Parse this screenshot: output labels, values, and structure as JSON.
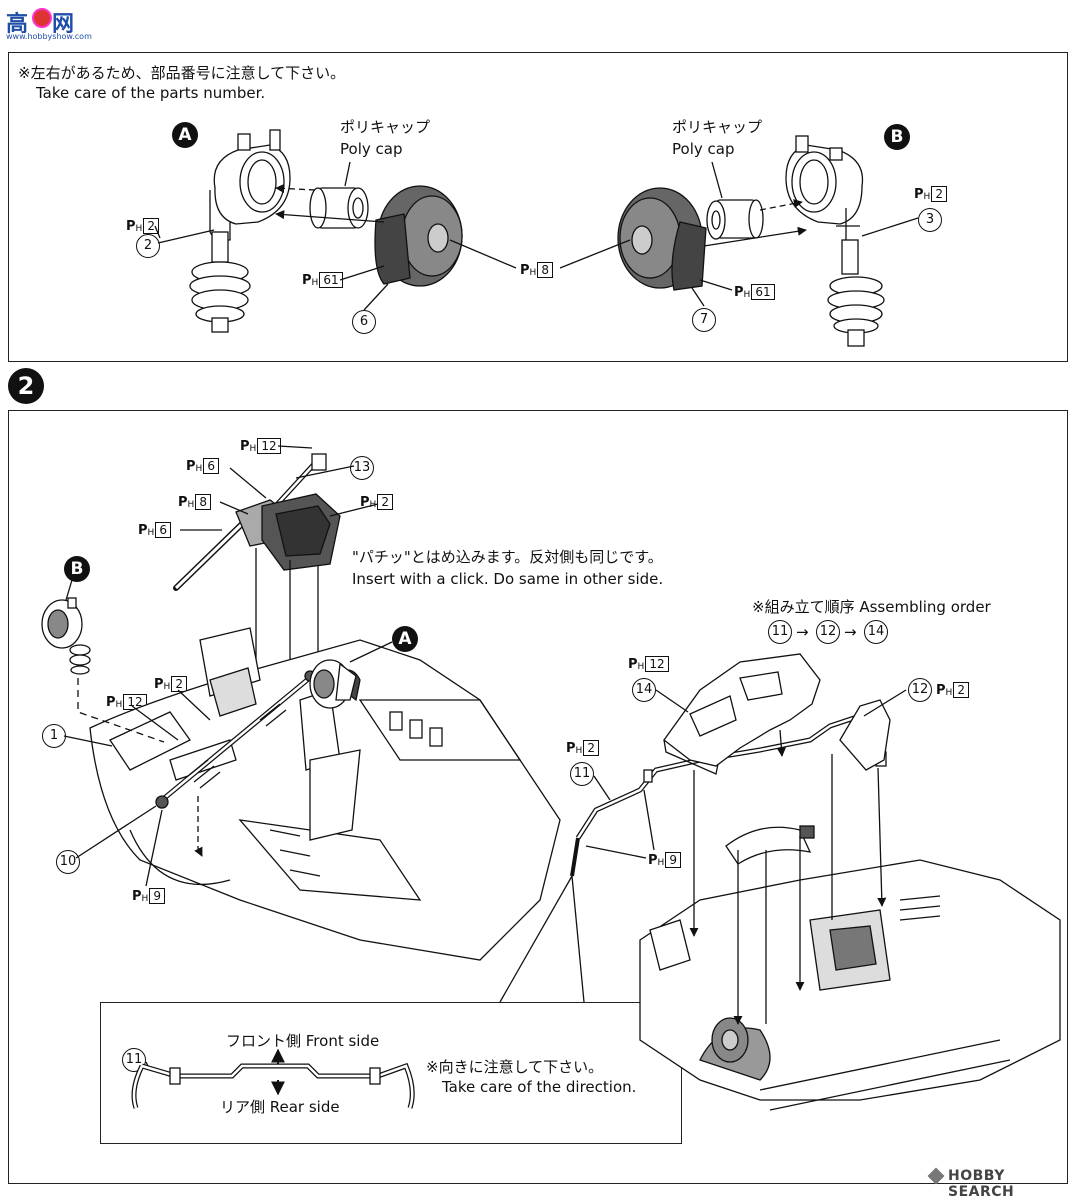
{
  "watermark_top": {
    "glyphs": "高",
    "glyphs2": "网",
    "url": "www.hobbyshow.com"
  },
  "panel_top": {
    "note_jp": "※左右があるため、部品番号に注意して下さい。",
    "note_en": "Take care of the parts number.",
    "badge_a": "A",
    "badge_b": "B",
    "polycap_left_jp": "ポリキャップ",
    "polycap_left_en": "Poly cap",
    "polycap_right_jp": "ポリキャップ",
    "polycap_right_en": "Poly cap",
    "part_labels": [
      {
        "p": "P",
        "h": "H",
        "n": "2"
      },
      {
        "p": "P",
        "h": "H",
        "n": "61"
      },
      {
        "p": "P",
        "h": "H",
        "n": "8"
      },
      {
        "p": "P",
        "h": "H",
        "n": "61"
      },
      {
        "p": "P",
        "h": "H",
        "n": "2"
      }
    ],
    "nums": [
      "2",
      "6",
      "7",
      "3"
    ]
  },
  "step2": {
    "step_number": "2",
    "insert_jp": "\"パチッ\"とはめ込みます。反対側も同じです。",
    "insert_en": "Insert with a click. Do same in other side.",
    "order_label": "※組み立て順序 Assembling order",
    "order_seq": [
      "11",
      "12",
      "14"
    ],
    "order_arrow": "→",
    "badge_a": "A",
    "badge_b": "B",
    "left_labels": [
      {
        "p": "P",
        "h": "H",
        "n": "12"
      },
      {
        "p": "P",
        "h": "H",
        "n": "6"
      },
      {
        "p": "P",
        "h": "H",
        "n": "8"
      },
      {
        "p": "P",
        "h": "H",
        "n": "2"
      },
      {
        "p": "P",
        "h": "H",
        "n": "6"
      },
      {
        "p": "P",
        "h": "H",
        "n": "12"
      },
      {
        "p": "P",
        "h": "H",
        "n": "2"
      },
      {
        "p": "P",
        "h": "H",
        "n": "9"
      }
    ],
    "left_nums": [
      "13",
      "1",
      "10"
    ],
    "right_labels": [
      {
        "p": "P",
        "h": "H",
        "n": "12"
      },
      {
        "p": "P",
        "h": "H",
        "n": "2"
      },
      {
        "p": "P",
        "h": "H",
        "n": "2"
      },
      {
        "p": "P",
        "h": "H",
        "n": "9"
      }
    ],
    "right_nums": [
      "14",
      "12",
      "11"
    ],
    "inset": {
      "num": "11",
      "front_label": "フロント側 Front side",
      "rear_label": "リア側 Rear side",
      "note_jp": "※向きに注意して下さい。",
      "note_en": "Take care of the direction."
    }
  },
  "footer_logo": {
    "text": "HOBBY SEARCH"
  }
}
